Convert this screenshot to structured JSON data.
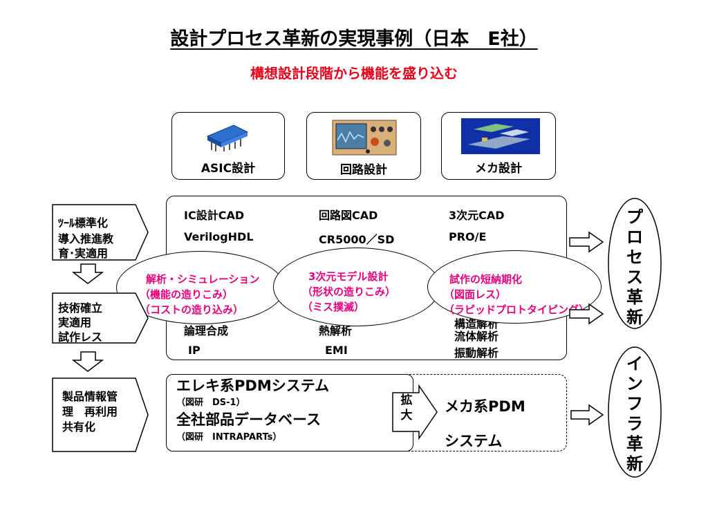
{
  "title": "設計プロセス革新の実現事例（日本　E社）",
  "subtitle": "構想設計段階から機能を盛り込む",
  "categories": [
    {
      "label": "ASIC設計",
      "icon": "asic-chip-icon"
    },
    {
      "label": "回路設計",
      "icon": "circuit-analyzer-icon"
    },
    {
      "label": "メカ設計",
      "icon": "mechanical-cad-icon"
    }
  ],
  "tools": {
    "col1": [
      "IC設計CAD",
      "VerilogHDL",
      "論理合成",
      "IP"
    ],
    "col2": [
      "回路図CAD",
      "CR5000／SD",
      "熱解析",
      "EMI"
    ],
    "col3": [
      "3次元CAD",
      "PRO/E",
      "構造解析",
      "流体解析",
      "振動解析"
    ]
  },
  "ovals": [
    {
      "lines": [
        "解析・シミュレーション",
        "（機能の造りこみ）",
        "（コストの造り込み）"
      ]
    },
    {
      "lines": [
        "3次元モデル設計",
        "（形状の造りこみ）",
        "（ミス撲滅）"
      ]
    },
    {
      "lines": [
        "試作の短納期化",
        "（図面レス）",
        "（ラピッドプロトタイピング）"
      ]
    }
  ],
  "left_steps": [
    {
      "lines": [
        "ﾂｰﾙ標準化",
        "導入推進教",
        "育･実適用"
      ]
    },
    {
      "lines": [
        "技術確立",
        "実適用",
        "試作レス"
      ]
    },
    {
      "lines": [
        "製品情報管",
        "理　再利用",
        "共有化"
      ]
    }
  ],
  "pdm": {
    "elec_title": "エレキ系PDMシステム",
    "elec_sub": "（図研　DS-1）",
    "parts_title": "全社部品データベース",
    "parts_sub": "（図研　INTRAPARTs）",
    "expand_label": "拡大",
    "mech_line1": "メカ系PDM",
    "mech_line2": "システム"
  },
  "right_labels": {
    "process": [
      "プ",
      "ロ",
      "セ",
      "ス",
      "革",
      "新"
    ],
    "infra": [
      "イ",
      "ン",
      "フ",
      "ラ",
      "革",
      "新"
    ]
  },
  "colors": {
    "accent_red": "#e8001a",
    "oval_text": "#e6007e"
  }
}
